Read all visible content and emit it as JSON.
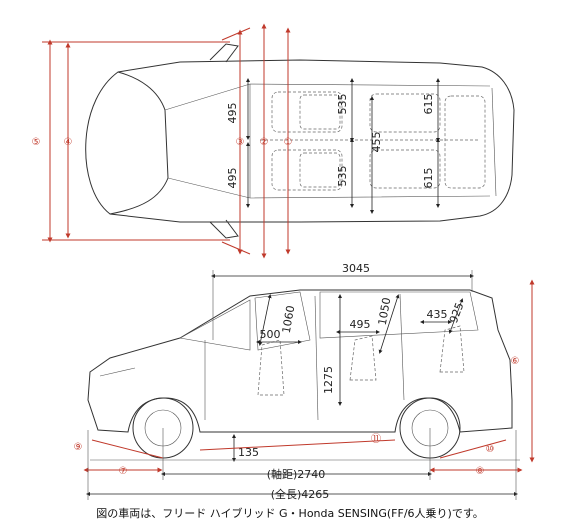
{
  "caption": "図の車両は、フリード ハイブリッド G・Honda SENSING(FF/6人乗り)です。",
  "top_view": {
    "dims": {
      "seat_w_upper": "495",
      "seat_w_lower": "495",
      "row2_upper": "535",
      "row2_lower": "535",
      "row2_gap": "455",
      "row3_upper": "615",
      "row3_lower": "615"
    },
    "markers": [
      "①",
      "②",
      "③",
      "④",
      "⑤"
    ]
  },
  "side_view": {
    "dims": {
      "cabin_length": "3045",
      "front_headroom": "1060",
      "front_seat": "500",
      "row2_headroom": "1050",
      "row2_seat": "495",
      "row3_seat": "435",
      "row3_headroom": "925",
      "interior_height": "1275",
      "ground_clearance": "135",
      "wheelbase": "(軸距)2740",
      "overall_length": "(全長)4265"
    },
    "markers": [
      "⑥",
      "⑦",
      "⑧",
      "⑨",
      "⑩",
      "⑪"
    ]
  }
}
